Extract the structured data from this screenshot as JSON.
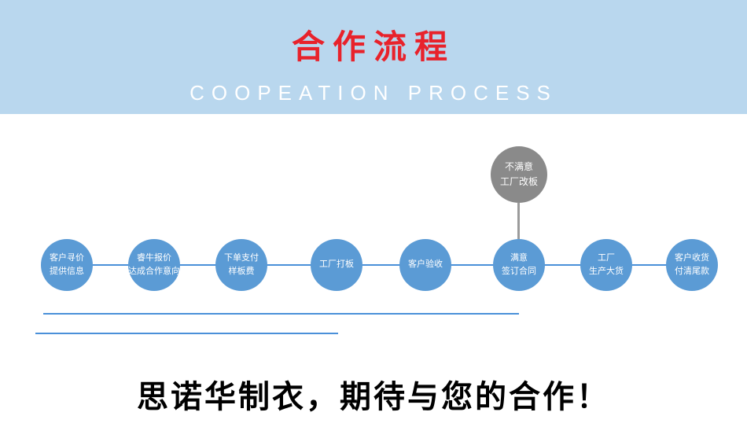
{
  "header": {
    "title": "合作流程",
    "subtitle": "COOPEATION PROCESS",
    "bg_color": "#b9d7ee",
    "title_color": "#e8222b",
    "subtitle_color": "#ffffff"
  },
  "flow": {
    "line_color": "#4a90d9",
    "circle_color": "#5b9bd5",
    "alt_circle_color": "#8a8a8a",
    "steps": [
      {
        "line1": "客户寻价",
        "line2": "提供信息"
      },
      {
        "line1": "睿牛报价",
        "line2": "达成合作意向"
      },
      {
        "line1": "下单支付",
        "line2": "样板费"
      },
      {
        "line1": "工厂打板",
        "line2": ""
      },
      {
        "line1": "客户验收",
        "line2": ""
      },
      {
        "line1": "满意",
        "line2": "签订合同"
      },
      {
        "line1": "工厂",
        "line2": "生产大货"
      },
      {
        "line1": "客户收货",
        "line2": "付清尾款"
      }
    ],
    "alt_step": {
      "line1": "不满意",
      "line2": "工厂改板"
    }
  },
  "footer": {
    "slogan": "思诺华制衣，期待与您的合作！"
  }
}
